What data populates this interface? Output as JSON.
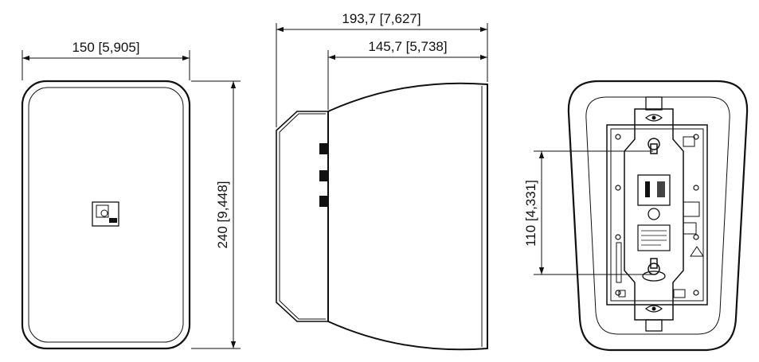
{
  "dimensions": {
    "front_width": "150 [5,905]",
    "front_height": "240 [9,448]",
    "side_total_depth": "193,7 [7,627]",
    "side_body_depth": "145,7 [5,738]",
    "rear_mount_spacing": "110 [4,331]"
  },
  "views": {
    "front": {
      "logo_icon": "brand-logo-icon"
    },
    "side": {},
    "rear": {}
  },
  "colors": {
    "line": "#111111",
    "background": "#ffffff"
  }
}
